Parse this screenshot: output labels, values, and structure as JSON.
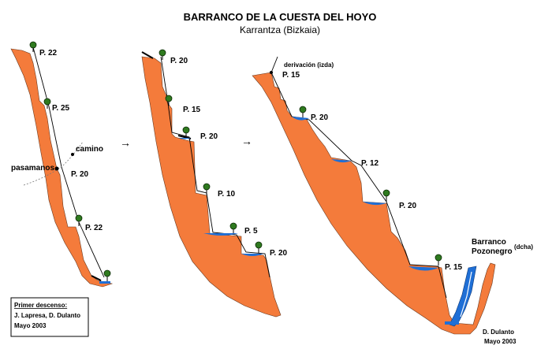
{
  "title": "BARRANCO DE LA CUESTA DEL HOYO",
  "subtitle": "Karrantza (Bizkaia)",
  "section1": {
    "rappels": [
      "P. 22",
      "P. 25",
      "P. 20",
      "P. 22"
    ],
    "camino": "camino",
    "pasamanos": "pasamanos"
  },
  "section2": {
    "rappels": [
      "P. 20",
      "P. 15",
      "P. 20",
      "P. 10",
      "P. 5",
      "P. 20"
    ]
  },
  "section3": {
    "derivacion": "derivación (izda)",
    "rappels": [
      "P. 15",
      "P. 20",
      "P. 12",
      "P. 20",
      "P. 15"
    ],
    "tributary_line1": "Barranco",
    "tributary_line2": "Pozonegro",
    "tributary_side": "(dcha)"
  },
  "first_descent": {
    "heading": "Primer descenso:",
    "names": "J. Lapresa, D. Dulanto",
    "date": "Mayo 2003"
  },
  "author": {
    "name": "D. Dulanto",
    "date": "Mayo 2003"
  },
  "arrows": [
    "→",
    "→"
  ],
  "colors": {
    "rock": "#f47b3b",
    "water": "#1f6fd6",
    "tree": "#2f7a1f"
  }
}
